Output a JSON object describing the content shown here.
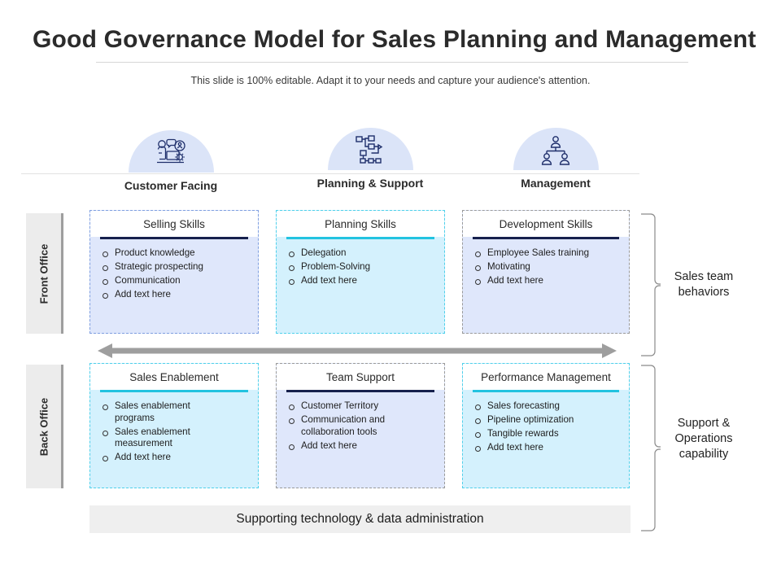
{
  "slide": {
    "title": "Good Governance Model for Sales Planning and Management",
    "subtitle": "This slide is 100% editable. Adapt it to your needs and capture your audience's attention."
  },
  "colors": {
    "navy": "#16204d",
    "cyan": "#22c3e0",
    "body_blue": "#dfe7fb",
    "body_cyan": "#d4f1fd",
    "dome_blue": "#dbe4f8",
    "side_gray": "#ececec",
    "bar_gray": "#efefef",
    "arrow_gray": "#9e9e9e"
  },
  "columns": [
    {
      "label": "Customer Facing",
      "icon": "customer-support-person-icon"
    },
    {
      "label": "Planning & Support",
      "icon": "workflow-flowchart-icon"
    },
    {
      "label": "Management",
      "icon": "org-chart-hierarchy-icon"
    }
  ],
  "side_labels": [
    {
      "label": "Front Office"
    },
    {
      "label": "Back Office"
    }
  ],
  "rows": [
    {
      "name": "front-office",
      "cards": [
        {
          "title": "Selling Skills",
          "rule": "#16204d",
          "body": "#dfe7fb",
          "border": "#7f9fe0",
          "items": [
            {
              "text": "Product knowledge"
            },
            {
              "text": "Strategic prospecting"
            },
            {
              "text": "Communication"
            },
            {
              "text": "Add text here"
            }
          ]
        },
        {
          "title": "Planning Skills",
          "rule": "#22c3e0",
          "body": "#d4f1fd",
          "border": "#4fd0ea",
          "items": [
            {
              "text": "Delegation"
            },
            {
              "text": "Problem-Solving"
            },
            {
              "text": "Add text here"
            }
          ]
        },
        {
          "title": "Development Skills",
          "rule": "#16204d",
          "body": "#dfe7fb",
          "border": "#9a9a9a",
          "items": [
            {
              "text": "Employee Sales training"
            },
            {
              "text": "Motivating"
            },
            {
              "text": "Add text here"
            }
          ]
        }
      ]
    },
    {
      "name": "back-office",
      "cards": [
        {
          "title": "Sales Enablement",
          "rule": "#22c3e0",
          "body": "#d4f1fd",
          "border": "#4fd0ea",
          "items": [
            {
              "text": "Sales enablement"
            },
            {
              "text": "programs",
              "continuation": true
            },
            {
              "text": "Sales enablement"
            },
            {
              "text": "measurement",
              "continuation": true
            },
            {
              "text": "Add text here"
            }
          ]
        },
        {
          "title": "Team Support",
          "rule": "#16204d",
          "body": "#dfe7fb",
          "border": "#9a9a9a",
          "items": [
            {
              "text": "Customer Territory"
            },
            {
              "text": "Communication and"
            },
            {
              "text": "collaboration tools",
              "continuation": true
            },
            {
              "text": "Add text here"
            }
          ]
        },
        {
          "title": "Performance Management",
          "rule": "#22c3e0",
          "body": "#d4f1fd",
          "border": "#4fd0ea",
          "items": [
            {
              "text": "Sales forecasting"
            },
            {
              "text": "Pipeline optimization"
            },
            {
              "text": "Tangible rewards"
            },
            {
              "text": "Add text here"
            }
          ]
        }
      ]
    }
  ],
  "braces": [
    {
      "label_line1": "Sales team",
      "label_line2": "behaviors",
      "label_line3": ""
    },
    {
      "label_line1": "Support &",
      "label_line2": "Operations",
      "label_line3": "capability"
    }
  ],
  "arrow": {
    "name": "bidirectional-arrow"
  },
  "bottom_bar": {
    "label": "Supporting technology & data administration"
  }
}
